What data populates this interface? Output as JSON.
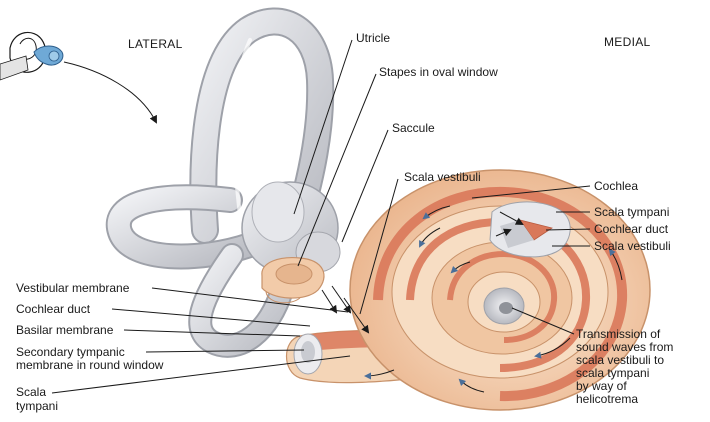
{
  "orientation": {
    "left": "LATERAL",
    "right": "MEDIAL"
  },
  "labels": {
    "utricle": "Utricle",
    "stapes": "Stapes in oval window",
    "saccule": "Saccule",
    "scala_vestibuli_top": "Scala vestibuli",
    "cochlea": "Cochlea",
    "scala_tympani_right": "Scala tympani",
    "cochlear_duct_right": "Cochlear duct",
    "scala_vestibuli_right": "Scala vestibuli",
    "vestibular_membrane": "Vestibular membrane",
    "cochlear_duct_left": "Cochlear duct",
    "basilar_membrane": "Basilar membrane",
    "secondary_tympanic": [
      "Secondary tympanic",
      "membrane in round window"
    ],
    "scala_tympani_left": [
      "Scala",
      "tympani"
    ],
    "transmission": [
      "Transmission of",
      "sound waves from",
      "scala vestibuli to",
      "scala tympani",
      "by way of",
      "helicotrema"
    ]
  },
  "colors": {
    "canal": "#dcdde2",
    "canal_shade": "#b9bbc2",
    "cochlea_light": "#f6dcc0",
    "cochlea_mid": "#eeb991",
    "cochlea_band": "#d9785a",
    "arrow_blue": "#4a6f9a",
    "ear_blue": "#6fa9d6"
  }
}
